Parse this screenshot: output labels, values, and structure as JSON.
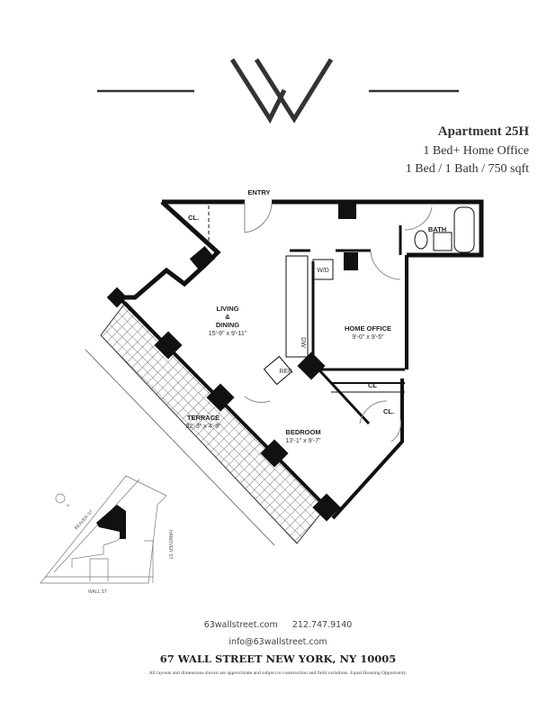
{
  "logo": {
    "letter": "W"
  },
  "header": {
    "apartment": "Apartment 25H",
    "type": "1 Bed+ Home Office",
    "summary": "1 Bed / 1 Bath / 750 sqft"
  },
  "plan": {
    "entry": "ENTRY",
    "closet": "CL.",
    "bath": "BATH",
    "wd": "W/D",
    "dw": "DW",
    "ref": "REF.",
    "living": [
      "LIVING",
      "&",
      "DINING"
    ],
    "living_dim": "15'-9\" x 9'-11\"",
    "office": "HOME OFFICE",
    "office_dim": "9'-0\" x 9'-5\"",
    "office_closet": "CL",
    "bedroom_closet": "CL.",
    "bedroom": "BEDROOM",
    "bedroom_dim": "13'-1\" x 9'-7\"",
    "terrace": "TERRACE",
    "terrace_dim": "32'-3\" x 4'-9\""
  },
  "keyplan": {
    "north": "N",
    "streets": [
      "BEAVER ST",
      "HANOVER ST",
      "WALL ST"
    ]
  },
  "footer": {
    "website": "63wallstreet.com",
    "phone": "212.747.9140",
    "email": "info@63wallstreet.com",
    "address": "67 WALL STREET NEW YORK, NY 10005",
    "disclaimer": "All layouts and dimensions shown are approximate and subject to construction and field variations.  Equal Housing Opportunity."
  }
}
